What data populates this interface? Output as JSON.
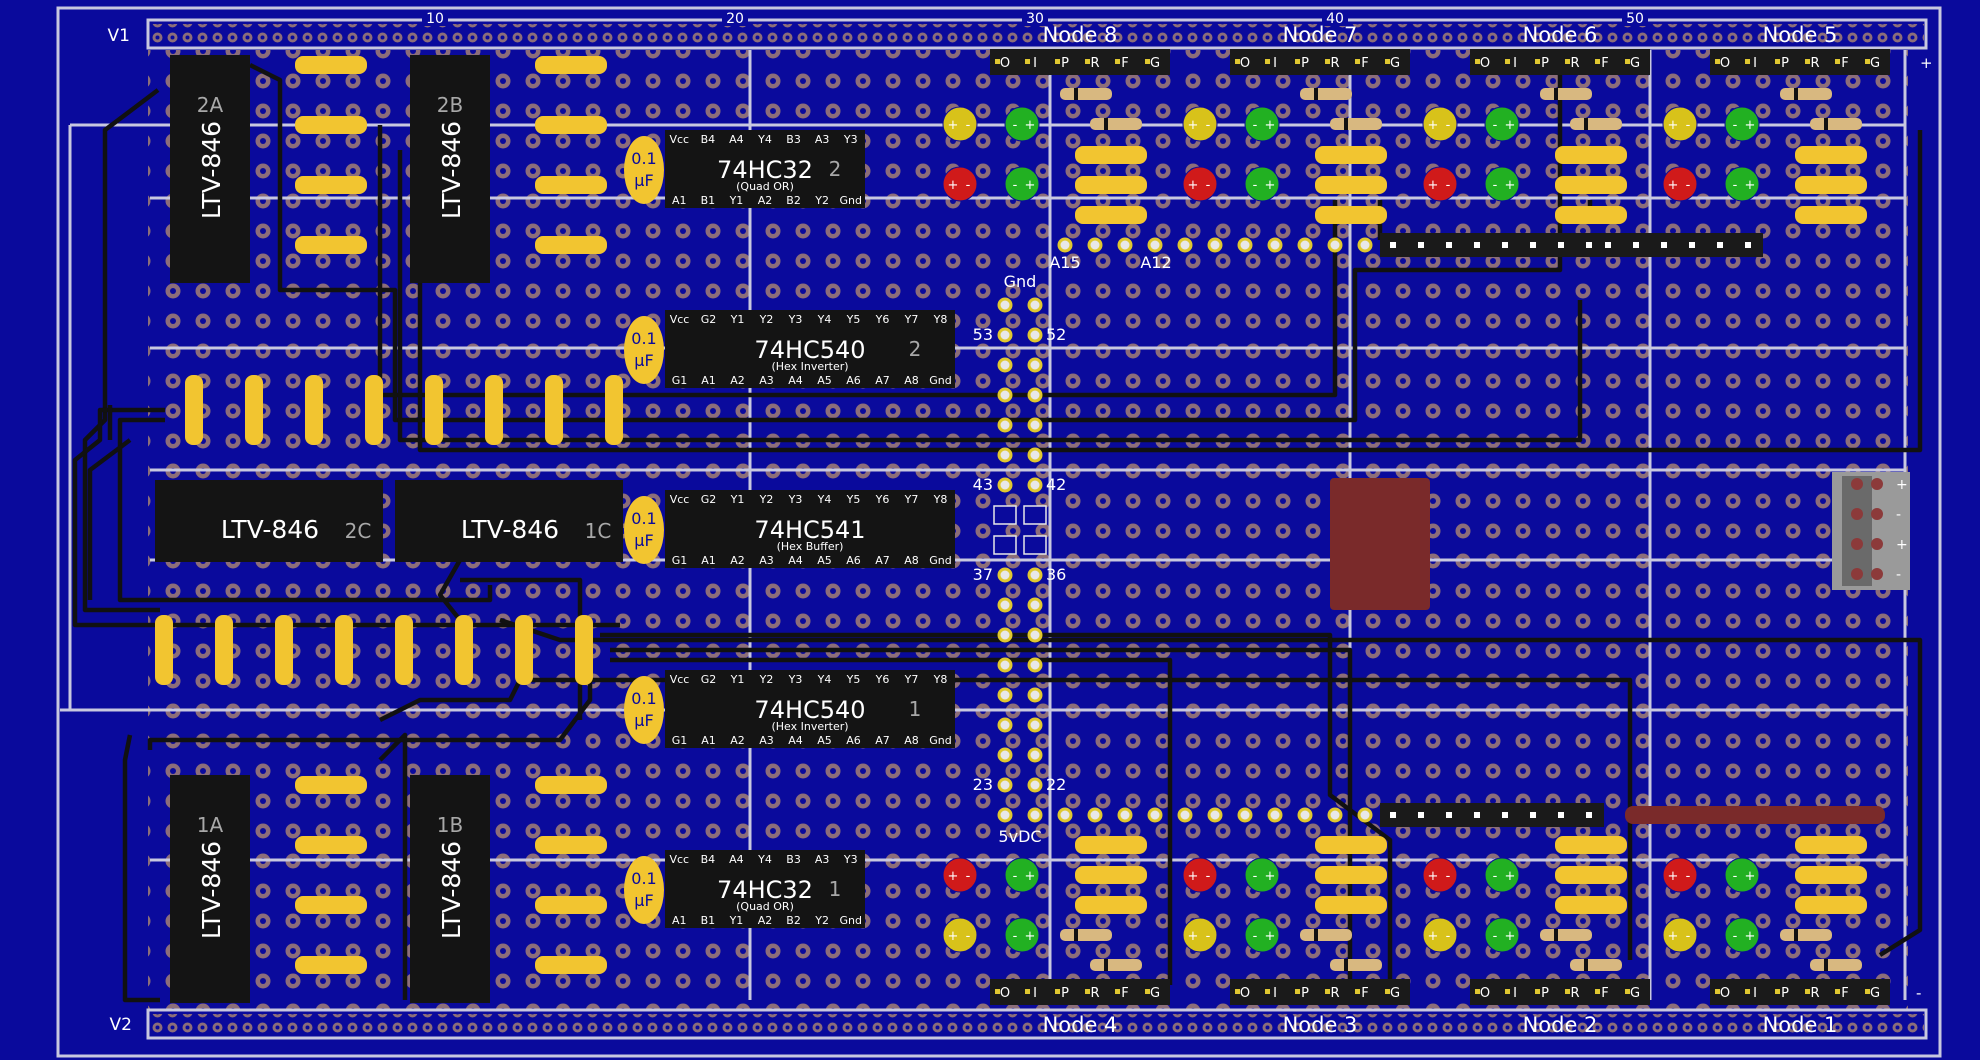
{
  "rails": {
    "top": "V1",
    "bottom": "V2"
  },
  "column_numbers": [
    "10",
    "20",
    "30",
    "40",
    "50"
  ],
  "nodes_top": [
    "Node 8",
    "Node 7",
    "Node 6",
    "Node 5"
  ],
  "nodes_bottom": [
    "Node 4",
    "Node 3",
    "Node 2",
    "Node 1"
  ],
  "node_header_pins": [
    "O",
    "I",
    "P",
    "R",
    "F",
    "G"
  ],
  "chips": [
    {
      "id": "hc32-2",
      "name": "74HC32",
      "unit": "2",
      "desc": "(Quad OR)",
      "top_pins": [
        "Vcc",
        "B4",
        "A4",
        "Y4",
        "B3",
        "A3",
        "Y3"
      ],
      "bottom_pins": [
        "A1",
        "B1",
        "Y1",
        "A2",
        "B2",
        "Y2",
        "Gnd"
      ]
    },
    {
      "id": "hc540-2",
      "name": "74HC540",
      "unit": "2",
      "desc": "(Hex Inverter)",
      "top_pins": [
        "Vcc",
        "G2",
        "Y1",
        "Y2",
        "Y3",
        "Y4",
        "Y5",
        "Y6",
        "Y7",
        "Y8"
      ],
      "bottom_pins": [
        "G1",
        "A1",
        "A2",
        "A3",
        "A4",
        "A5",
        "A6",
        "A7",
        "A8",
        "Gnd"
      ]
    },
    {
      "id": "hc541",
      "name": "74HC541",
      "unit": "",
      "desc": "(Hex Buffer)",
      "top_pins": [
        "Vcc",
        "G2",
        "Y1",
        "Y2",
        "Y3",
        "Y4",
        "Y5",
        "Y6",
        "Y7",
        "Y8"
      ],
      "bottom_pins": [
        "G1",
        "A1",
        "A2",
        "A3",
        "A4",
        "A5",
        "A6",
        "A7",
        "A8",
        "Gnd"
      ]
    },
    {
      "id": "hc540-1",
      "name": "74HC540",
      "unit": "1",
      "desc": "(Hex Inverter)",
      "top_pins": [
        "Vcc",
        "G2",
        "Y1",
        "Y2",
        "Y3",
        "Y4",
        "Y5",
        "Y6",
        "Y7",
        "Y8"
      ],
      "bottom_pins": [
        "G1",
        "A1",
        "A2",
        "A3",
        "A4",
        "A5",
        "A6",
        "A7",
        "A8",
        "Gnd"
      ]
    },
    {
      "id": "hc32-1",
      "name": "74HC32",
      "unit": "1",
      "desc": "(Quad OR)",
      "top_pins": [
        "Vcc",
        "B4",
        "A4",
        "Y4",
        "B3",
        "A3",
        "Y3"
      ],
      "bottom_pins": [
        "A1",
        "B1",
        "Y1",
        "A2",
        "B2",
        "Y2",
        "Gnd"
      ]
    }
  ],
  "capacitor": {
    "line1": "0.1",
    "line2": "µF"
  },
  "optos": {
    "name": "LTV-846",
    "units": [
      "2A",
      "2B",
      "2C",
      "1C",
      "1A",
      "1B"
    ]
  },
  "header_labels": {
    "a15": "A15",
    "a12": "A12",
    "gnd": "Gnd",
    "vdc": "5vDC",
    "p53": "53",
    "p52": "52",
    "p43": "43",
    "p42": "42",
    "p37": "37",
    "p36": "36",
    "p23": "23",
    "p22": "22"
  },
  "power_connector": [
    "+",
    "-",
    "+",
    "-"
  ],
  "rail_marks": {
    "plus": "+",
    "minus": "-"
  },
  "led_signs": {
    "plus": "+",
    "minus": "-"
  },
  "colors": {
    "board": "#0a0a9c",
    "pad": "#8c6e7a",
    "trace": "#111111",
    "resistor": "#f2c530",
    "chip": "#141414",
    "led_yellow": "#d8c21a",
    "led_green": "#22b022",
    "led_red": "#d01a1a",
    "capacitor": "#f2c530",
    "relay": "#7a2a2a"
  }
}
